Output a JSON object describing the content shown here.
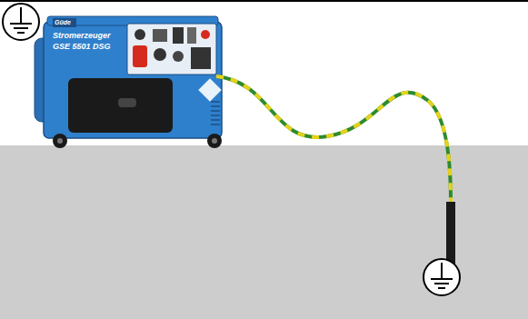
{
  "diagram": {
    "labels": [
      "Güde",
      "Stromerzeuger",
      "GSE 5501 DSG"
    ]
  }
}
